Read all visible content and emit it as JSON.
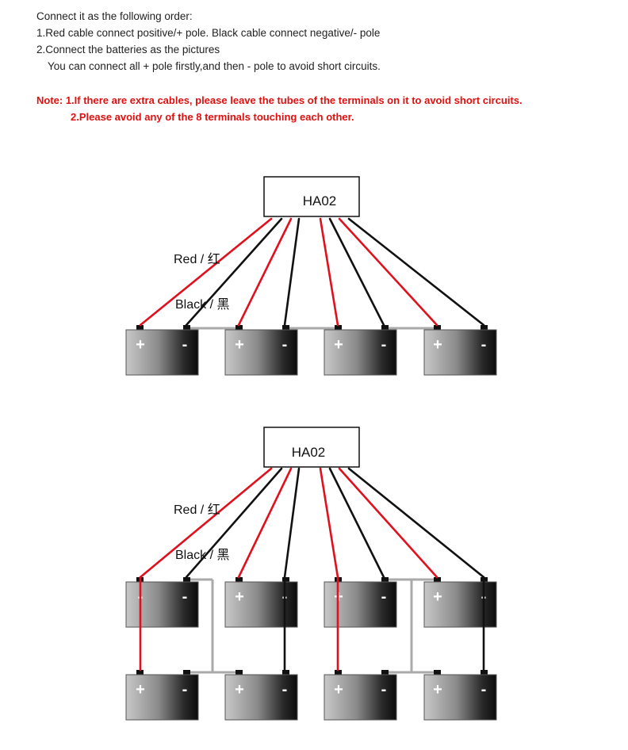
{
  "instructions": {
    "heading": "Connect it as the following order:",
    "step1": "1.Red cable connect positive/+ pole. Black cable connect negative/- pole",
    "step2": "2.Connect the batteries as the pictures",
    "step2_detail": "You can connect all + pole firstly,and then - pole to avoid short circuits."
  },
  "note": {
    "line1": "Note: 1.If there are extra cables, please leave the tubes of the terminals on it to avoid short circuits.",
    "line2": "2.Please avoid any of the 8 terminals touching each other."
  },
  "diagram1": {
    "box_label": "HA02",
    "red_label": "Red / 红",
    "black_label": "Black / 黑",
    "batteries": [
      {
        "plus": "+",
        "minus": "-"
      },
      {
        "plus": "+",
        "minus": "-"
      },
      {
        "plus": "+",
        "minus": "-"
      },
      {
        "plus": "+",
        "minus": "-"
      }
    ]
  },
  "diagram2": {
    "box_label": "HA02",
    "red_label": "Red / 红",
    "black_label": "Black / 黑",
    "batteries_top": [
      {
        "plus": "-",
        "minus": "-"
      },
      {
        "plus": "+",
        "minus": "-"
      },
      {
        "plus": "+",
        "minus": "-"
      },
      {
        "plus": "+",
        "minus": "-"
      }
    ],
    "batteries_bottom": [
      {
        "plus": "+",
        "minus": "-"
      },
      {
        "plus": "+",
        "minus": "-"
      },
      {
        "plus": "+",
        "minus": "-"
      },
      {
        "plus": "+",
        "minus": "-"
      }
    ]
  },
  "colors": {
    "red": "#e0101c",
    "black": "#111111",
    "gray_link": "#aaaaaa"
  }
}
